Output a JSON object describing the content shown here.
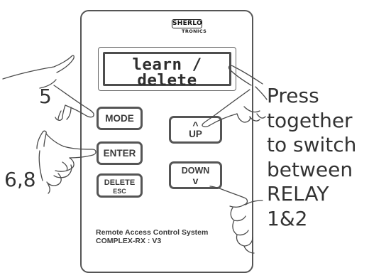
{
  "device": {
    "logo_top": "SHERLO",
    "logo_bottom": "TRONICS",
    "display_line1": "learn /",
    "display_line2": "delete",
    "caption_line1": "Remote Access Control System",
    "caption_line2": "COMPLEX-RX : V3"
  },
  "keys": {
    "mode": "MODE",
    "enter": "ENTER",
    "delete_top": "DELETE",
    "delete_bottom": "ESC",
    "up_arrow": "^",
    "up_label": "UP",
    "down_label": "DOWN",
    "down_arrow": "v"
  },
  "annotations": {
    "mode_step": "5",
    "enter_step": "6,8",
    "press_lines": [
      "Press",
      "together",
      "to switch",
      "between",
      "RELAY",
      "1&2"
    ]
  },
  "colors": {
    "outline": "#555555",
    "text": "#3a3a3a"
  }
}
